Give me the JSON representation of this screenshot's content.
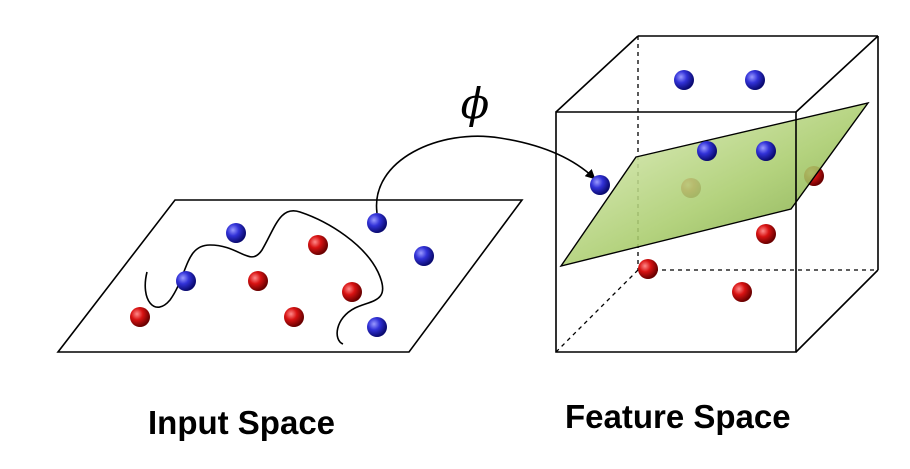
{
  "mapping_symbol": "ϕ",
  "input_space": {
    "label": "Input Space",
    "point_colors": [
      "blue",
      "red"
    ]
  },
  "feature_space": {
    "label": "Feature Space",
    "plane_color": "#8fb84a"
  },
  "colors": {
    "blue_point": "#2e2ed0",
    "red_point": "#d41010",
    "line": "#000000"
  }
}
